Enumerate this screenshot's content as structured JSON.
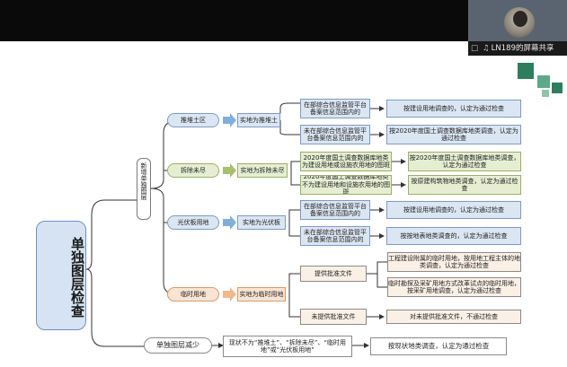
{
  "window": {
    "share_label": "LN189的屏幕共享",
    "icons": [
      "screen-share-icon",
      "microphone-icon"
    ]
  },
  "diagram": {
    "root": "单独图层检查",
    "branch_new": "新增单独图层",
    "branch_reduce": "单独图层减少",
    "categories": [
      {
        "label": "推堆土区",
        "status": "实地为推堆土",
        "conditions": [
          "在部综合信息监管平台备案信息范围内的",
          "未在部综合信息监管平台备案信息范围内的"
        ],
        "results": [
          "按建设用地调查的，认定为通过检查",
          "按2020年度国土调查数据库地类调查，认定为通过检查"
        ]
      },
      {
        "label": "拆除未尽",
        "status": "实地为拆除未尽",
        "conditions": [
          "2020年度国土调查数据库地类为建设用地或设施农用地的图斑",
          "2020年度国土调查数据库地类不为建设用地和设施农用地的图斑"
        ],
        "results": [
          "按2020年度国土调查数据库地类调查，认定为通过检查",
          "按原建构筑物地类调查，认定为通过检查"
        ]
      },
      {
        "label": "光伏板用地",
        "status": "实地为光伏板",
        "conditions": [
          "在部综合信息监管平台备案信息范围内的",
          "未在部综合信息监管平台备案信息范围内的"
        ],
        "results": [
          "按建设用地调查的，认定为通过检查",
          "按按地表地类调查的，认定为通过检查"
        ]
      },
      {
        "label": "临时用地",
        "status": "实地为临时用地",
        "conditions": [
          "提供批准文件",
          "未提供批准文件"
        ],
        "results": [
          "工程建设附属的临时用地，按用地工程主体的地类调查，认定为通过检查",
          "临时勘探及采矿用地方式改革试点的临时用地，按采矿用地调查，认定为通过检查",
          "对未提供批准文件，不通过检查"
        ]
      }
    ],
    "reduce_condition": "现状不为“推堆土”、“拆除未尽”、“临时用地”或“光伏板用地”",
    "reduce_result": "按现状地类调查，认定为通过检查"
  }
}
